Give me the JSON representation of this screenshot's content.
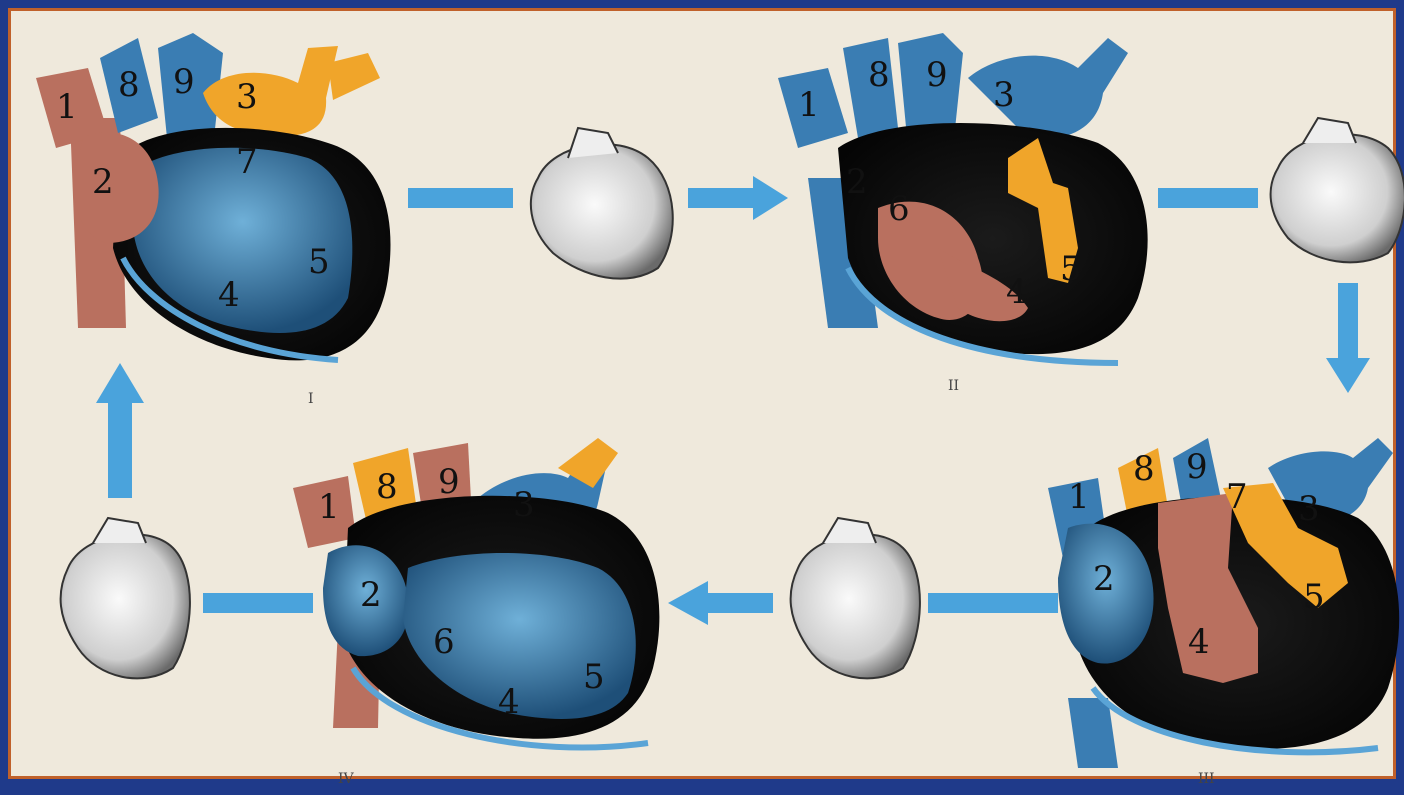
{
  "colors": {
    "background": "#efe9dc",
    "border_blue": "#1f3a8a",
    "border_orange": "#c0612b",
    "arrow": "#4aa3dc",
    "blue_blood": "#3a7db3",
    "red_blood": "#b9705f",
    "orange_blood": "#f0a52a",
    "dark_heart": "#0d0d0d"
  },
  "stages": [
    {
      "roman": "I",
      "labels": [
        "1",
        "2",
        "3",
        "4",
        "5",
        "7",
        "8",
        "9"
      ]
    },
    {
      "roman": "II",
      "labels": [
        "1",
        "2",
        "3",
        "4",
        "5",
        "6",
        "8",
        "9"
      ]
    },
    {
      "roman": "III",
      "labels": [
        "1",
        "2",
        "3",
        "4",
        "5",
        "7",
        "8",
        "9"
      ]
    },
    {
      "roman": "IV",
      "labels": [
        "1",
        "2",
        "3",
        "4",
        "5",
        "6",
        "8",
        "9"
      ]
    }
  ],
  "icons": [
    "heart-sketch-icon",
    "flow-arrow-icon"
  ]
}
